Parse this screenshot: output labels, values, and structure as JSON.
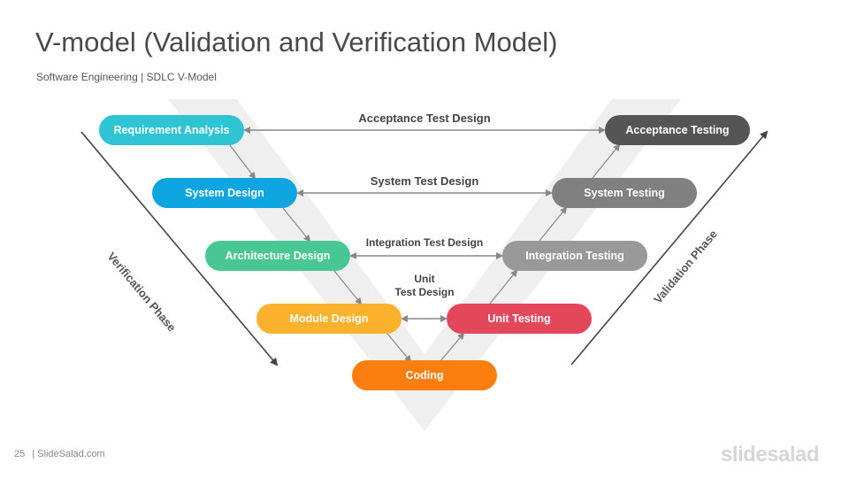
{
  "header": {
    "title": "V-model (Validation and Verification Model)",
    "subtitle": "Software Engineering | SDLC V-Model"
  },
  "verification_steps": [
    {
      "label": "Requirement Analysis",
      "color": "#2ec4d3"
    },
    {
      "label": "System Design",
      "color": "#0ea5e0"
    },
    {
      "label": "Architecture Design",
      "color": "#48c795"
    },
    {
      "label": "Module Design",
      "color": "#fbb12b"
    }
  ],
  "coding": {
    "label": "Coding",
    "color": "#fb7e0e"
  },
  "validation_steps": [
    {
      "label": "Acceptance Testing",
      "color": "#555555"
    },
    {
      "label": "System Testing",
      "color": "#808080"
    },
    {
      "label": "Integration Testing",
      "color": "#999999"
    },
    {
      "label": "Unit Testing",
      "color": "#e5475a"
    }
  ],
  "connectors": [
    {
      "label": "Acceptance Test Design"
    },
    {
      "label": "System Test Design"
    },
    {
      "label": "Integration Test Design"
    },
    {
      "label_line1": "Unit",
      "label_line2": "Test Design"
    }
  ],
  "phases": {
    "verification": "Verification Phase",
    "validation": "Validation Phase"
  },
  "footer": {
    "page_number": "25",
    "site": "| SlideSalad.com",
    "logo": "slidesalad"
  }
}
